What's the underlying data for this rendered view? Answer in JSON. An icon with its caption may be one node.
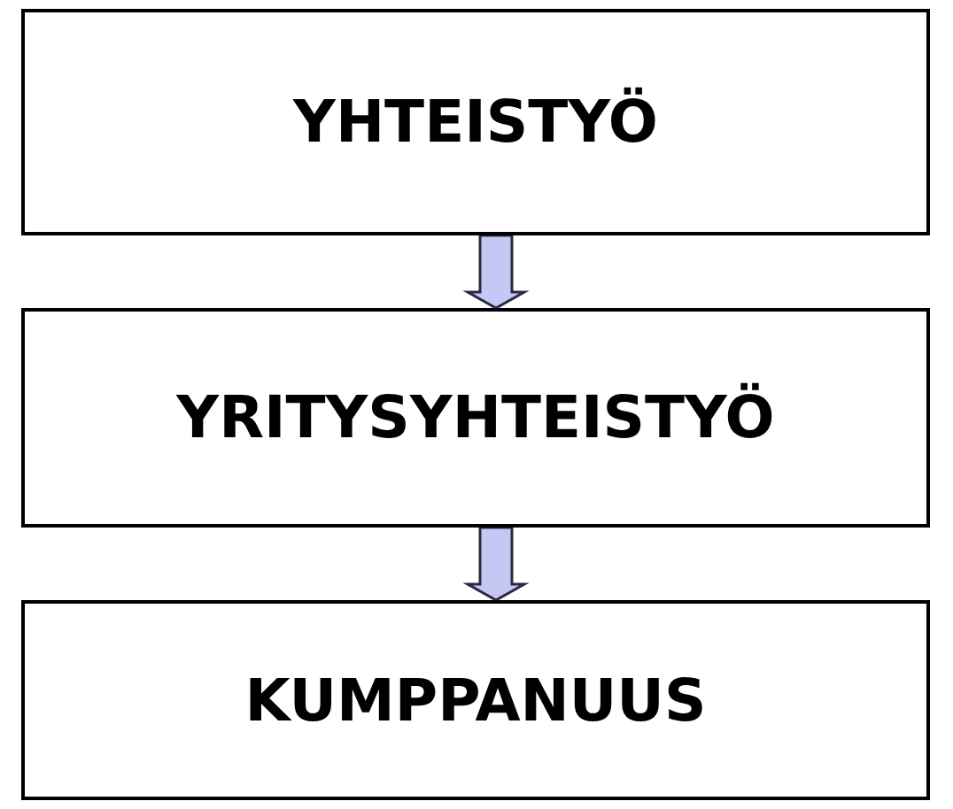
{
  "diagram": {
    "nodes": [
      {
        "text": [
          "YHTEISTYÖ"
        ]
      },
      {
        "text": [
          "YRITYSYHTEISTYÖ"
        ]
      },
      {
        "text": [
          "KUMPPANUUS"
        ]
      }
    ],
    "edges": [
      {
        "from": 0,
        "to": 1,
        "arrow": "to"
      },
      {
        "from": 1,
        "to": 2,
        "arrow": "to"
      }
    ]
  }
}
